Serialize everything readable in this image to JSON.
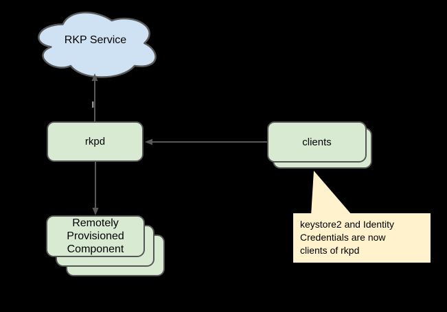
{
  "diagram": {
    "background_color": "#000000",
    "colors": {
      "cloud_fill": "#cfe2f3",
      "node_fill": "#d9ead3",
      "callout_fill": "#fff2cc",
      "stroke": "#595959",
      "text": "#000000"
    },
    "nodes": {
      "rkp_service": {
        "label": "RKP Service",
        "shape": "cloud"
      },
      "rkpd": {
        "label": "rkpd",
        "shape": "rounded-rect"
      },
      "clients": {
        "label": "clients",
        "shape": "rounded-rect",
        "stack_count": 2
      },
      "rpc": {
        "label": "Remotely Provisioned Component",
        "lines": [
          "Remotely",
          "Provisioned",
          "Component"
        ],
        "shape": "rounded-rect",
        "stack_count": 3
      }
    },
    "callout": {
      "text": "keystore2 and Identity Credentials are now clients of rkpd",
      "lines": [
        "keystore2 and Identity",
        "Credentials are now",
        "clients of rkpd"
      ],
      "points_to": "clients"
    },
    "edges": [
      {
        "from": "rkpd",
        "to": "rkp_service",
        "arrow": "to",
        "direction": "up"
      },
      {
        "from": "clients",
        "to": "rkpd",
        "arrow": "to",
        "direction": "left"
      },
      {
        "from": "rkpd",
        "to": "rpc",
        "arrow": "to",
        "direction": "down"
      }
    ]
  }
}
